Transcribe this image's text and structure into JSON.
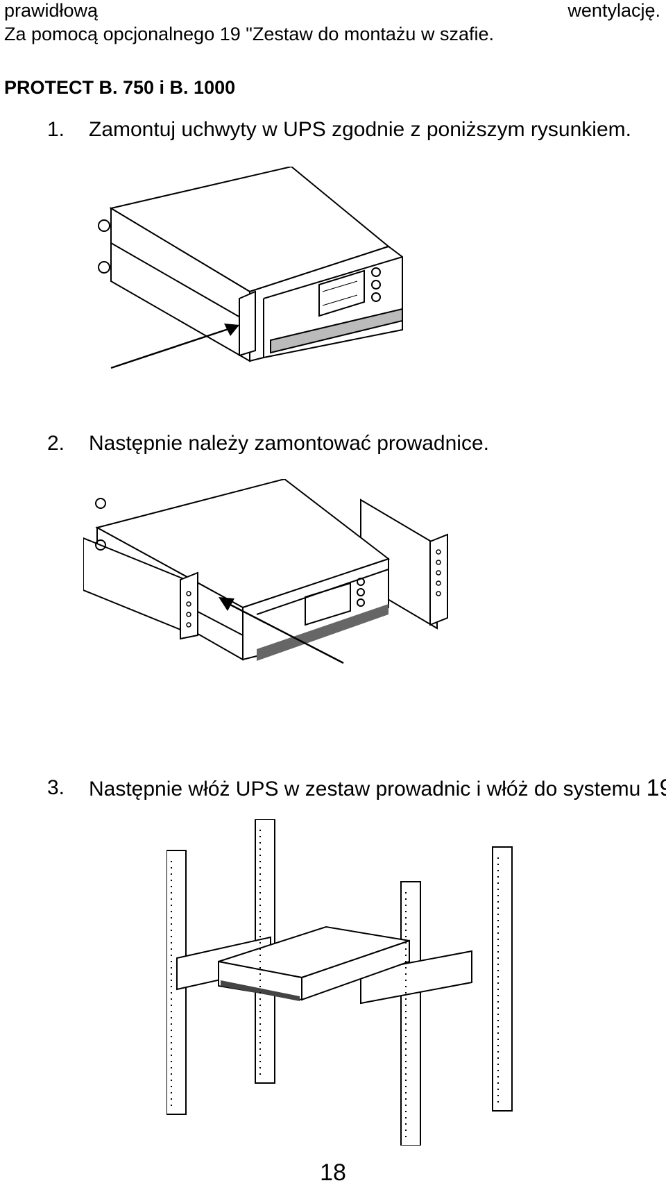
{
  "header": {
    "line1_left": "prawidłową",
    "line1_right": "wentylację.",
    "line2": "Za pomocą opcjonalnego 19 \"Zestaw do montażu w szafie."
  },
  "heading": "PROTECT B. 750 i B. 1000",
  "steps": [
    {
      "num": "1.",
      "text": "Zamontuj uchwyty w UPS zgodnie z poniższym rysunkiem."
    },
    {
      "num": "2.",
      "text": "Następnie należy zamontować prowadnice."
    },
    {
      "num": "3.",
      "text_a": "Następnie włóż UPS w zestaw prowadnic i włóż do systemu ",
      "text_b": "19",
      "text_c": "“."
    }
  ],
  "page_number": "18",
  "colors": {
    "ink": "#000000",
    "paper": "#ffffff",
    "light_gray": "#e6e6e6"
  }
}
